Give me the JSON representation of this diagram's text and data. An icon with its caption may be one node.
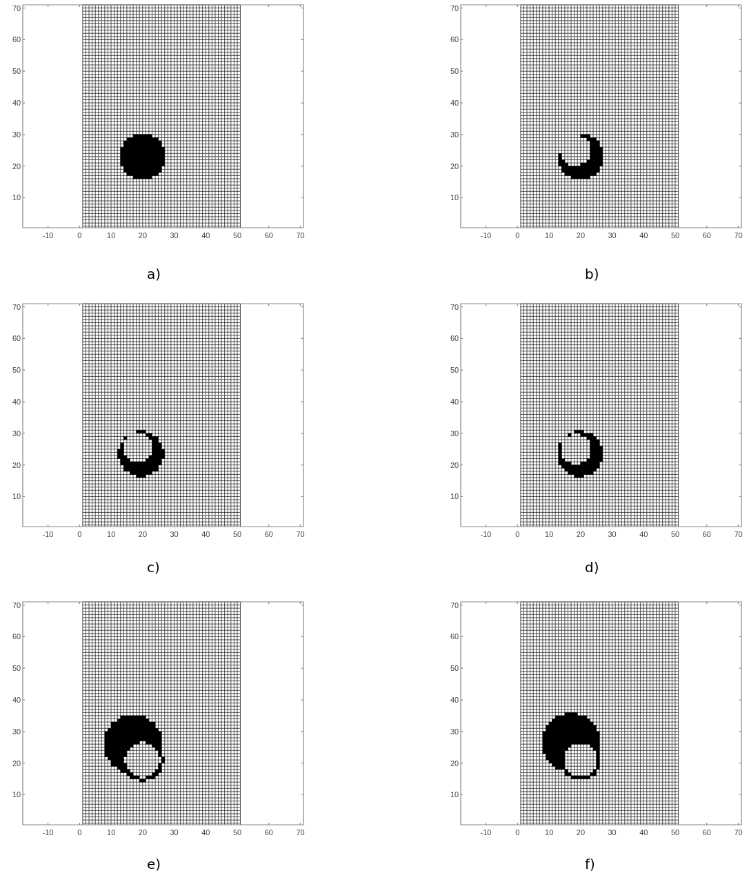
{
  "diagram": {
    "labels": [
      "70",
      "60",
      "50",
      "40",
      "30",
      "20",
      "10",
      "-10",
      "0",
      "10",
      "20",
      "30",
      "40",
      "50",
      "60",
      "70",
      "70",
      "60",
      "50",
      "40",
      "30",
      "20",
      "10",
      "-10",
      "0",
      "10",
      "20",
      "30",
      "40",
      "50",
      "60",
      "70",
      "a)",
      "b)",
      "70",
      "60",
      "50",
      "40",
      "30",
      "20",
      "10",
      "-10",
      "0",
      "10",
      "20",
      "30",
      "40",
      "50",
      "60",
      "70",
      "70",
      "60",
      "50",
      "40",
      "30",
      "20",
      "10",
      "-10",
      "0",
      "10",
      "20",
      "30",
      "40",
      "50",
      "60",
      "70",
      "c)",
      "d)",
      "70",
      "60",
      "50",
      "40",
      "30",
      "20",
      "10",
      "-10",
      "0",
      "10",
      "20",
      "30",
      "40",
      "50",
      "60",
      "70",
      "70",
      "60",
      "50",
      "40",
      "30",
      "20",
      "10",
      "-10",
      "0",
      "10",
      "20",
      "30",
      "40",
      "50",
      "60",
      "70",
      "e)",
      "f)"
    ]
  }
}
